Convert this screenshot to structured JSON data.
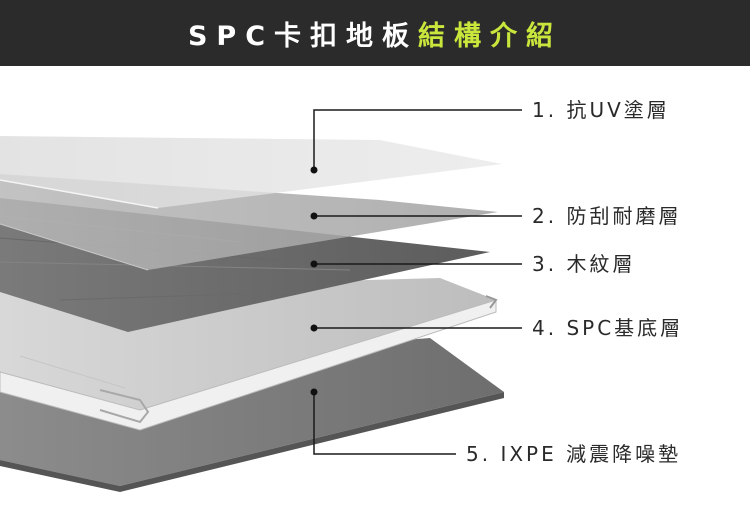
{
  "header": {
    "title_main": "SPC卡扣地板",
    "title_accent": "結構介紹"
  },
  "layers": [
    {
      "number": "1.",
      "name": "抗UV塗層"
    },
    {
      "number": "2.",
      "name": "防刮耐磨層"
    },
    {
      "number": "3.",
      "name": "木紋層"
    },
    {
      "number": "4.",
      "name": "SPC基底層"
    },
    {
      "number": "5.",
      "name": "IXPE 減震降噪墊"
    }
  ],
  "colors": {
    "header_bg": "#2b2b2b",
    "title_text": "#ffffff",
    "title_accent": "#c8e63c",
    "leader_line": "#1a1a1a"
  }
}
